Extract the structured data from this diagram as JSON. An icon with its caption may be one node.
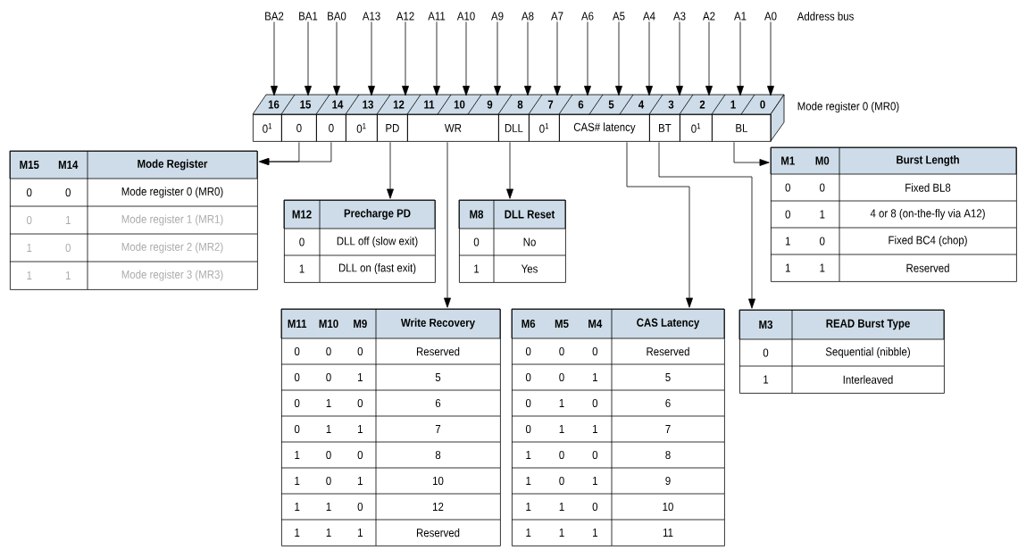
{
  "diagram": {
    "nodes": [
      {
        "text": [
          "BA2"
        ]
      },
      {
        "text": [
          "BA1"
        ]
      },
      {
        "text": [
          "BA0"
        ]
      },
      {
        "text": [
          "A13"
        ]
      },
      {
        "text": [
          "A12"
        ]
      },
      {
        "text": [
          "A11"
        ]
      },
      {
        "text": [
          "A10"
        ]
      },
      {
        "text": [
          "A9"
        ]
      },
      {
        "text": [
          "A8"
        ]
      },
      {
        "text": [
          "A7"
        ]
      },
      {
        "text": [
          "A6"
        ]
      },
      {
        "text": [
          "A5"
        ]
      },
      {
        "text": [
          "A4"
        ]
      },
      {
        "text": [
          "A3"
        ]
      },
      {
        "text": [
          "A2"
        ]
      },
      {
        "text": [
          "A1"
        ]
      },
      {
        "text": [
          "A0"
        ]
      },
      {
        "text": [
          "16"
        ]
      },
      {
        "text": [
          "15"
        ]
      },
      {
        "text": [
          "14"
        ]
      },
      {
        "text": [
          "13"
        ]
      },
      {
        "text": [
          "12"
        ]
      },
      {
        "text": [
          "11"
        ]
      },
      {
        "text": [
          "10"
        ]
      },
      {
        "text": [
          "9"
        ]
      },
      {
        "text": [
          "8"
        ]
      },
      {
        "text": [
          "7"
        ]
      },
      {
        "text": [
          "6"
        ]
      },
      {
        "text": [
          "5"
        ]
      },
      {
        "text": [
          "4"
        ]
      },
      {
        "text": [
          "3"
        ]
      },
      {
        "text": [
          "2"
        ]
      },
      {
        "text": [
          "1"
        ]
      },
      {
        "text": [
          "0"
        ]
      },
      {
        "text": [
          "0$^{1}$"
        ]
      },
      {
        "text": [
          "0"
        ]
      },
      {
        "text": [
          "0"
        ]
      },
      {
        "text": [
          "0$^{1}$"
        ]
      },
      {
        "text": [
          "PD"
        ]
      },
      {
        "text": [
          "WR"
        ]
      },
      {
        "text": [
          "DLL"
        ]
      },
      {
        "text": [
          "0$^{1}$"
        ]
      },
      {
        "text": [
          "CAS# latency"
        ]
      },
      {
        "text": [
          "BT"
        ]
      },
      {
        "text": [
          "0$^{1}$"
        ]
      },
      {
        "text": [
          "BL"
        ]
      },
      {
        "text": [
          "M15",
          "M14",
          "Mode Register",
          "0",
          "0",
          "Mode register 0 (MR0)",
          "0",
          "1",
          "Mode register 1 (MR1)",
          "1",
          "0",
          "Mode register 2 (MR2)",
          "1",
          "1",
          "Mode register 3 (MR3)"
        ]
      },
      {
        "text": [
          "M12",
          "Precharge PD",
          "0",
          "DLL off (slow exit)",
          "1",
          "DLL on (fast exit)"
        ]
      },
      {
        "text": [
          "M8",
          "DLL Reset",
          "0",
          "No",
          "1",
          "Yes"
        ]
      },
      {
        "text": [
          "M1",
          "M0",
          "Burst Length",
          "0",
          "0",
          "Fixed BL8",
          "0",
          "1",
          "4 or 8 (on-the-fly via A12)",
          "1",
          "0",
          "Fixed BC4 (chop)",
          "1",
          "1",
          "Reserved"
        ]
      },
      {
        "text": [
          "M11",
          "M10",
          "M9",
          "Write Recovery",
          "0",
          "0",
          "0",
          "Reserved",
          "0",
          "0",
          "1",
          "5",
          "0",
          "1",
          "0",
          "6",
          "0",
          "1",
          "1",
          "7",
          "1",
          "0",
          "0",
          "8",
          "1",
          "0",
          "1",
          "10",
          "1",
          "1",
          "0",
          "12",
          "1",
          "1",
          "1",
          "Reserved"
        ]
      },
      {
        "text": [
          "M6",
          "M5",
          "M4",
          "CAS Latency",
          "0",
          "0",
          "0",
          "Reserved",
          "0",
          "0",
          "1",
          "5",
          "0",
          "1",
          "0",
          "6",
          "0",
          "1",
          "1",
          "7",
          "1",
          "0",
          "0",
          "8",
          "1",
          "0",
          "1",
          "9",
          "1",
          "1",
          "0",
          "10",
          "1",
          "1",
          "1",
          "11"
        ]
      },
      {
        "text": [
          "M3",
          "READ Burst Type",
          "0",
          "Sequential (nibble)",
          "1",
          "Interleaved"
        ]
      }
    ],
    "edges": [
      {
        "from": 0,
        "to": 17,
        "arrow": "to"
      },
      {
        "from": 1,
        "to": 18,
        "arrow": "to"
      },
      {
        "from": 2,
        "to": 19,
        "arrow": "to"
      },
      {
        "from": 3,
        "to": 20,
        "arrow": "to"
      },
      {
        "from": 4,
        "to": 21,
        "arrow": "to"
      },
      {
        "from": 5,
        "to": 22,
        "arrow": "to"
      },
      {
        "from": 6,
        "to": 23,
        "arrow": "to"
      },
      {
        "from": 7,
        "to": 24,
        "arrow": "to"
      },
      {
        "from": 8,
        "to": 25,
        "arrow": "to"
      },
      {
        "from": 9,
        "to": 26,
        "arrow": "to"
      },
      {
        "from": 10,
        "to": 27,
        "arrow": "to"
      },
      {
        "from": 11,
        "to": 28,
        "arrow": "to"
      },
      {
        "from": 12,
        "to": 29,
        "arrow": "to"
      },
      {
        "from": 13,
        "to": 30,
        "arrow": "to"
      },
      {
        "from": 14,
        "to": 31,
        "arrow": "to"
      },
      {
        "from": 15,
        "to": 32,
        "arrow": "to"
      },
      {
        "from": 16,
        "to": 33,
        "arrow": "to"
      },
      {
        "from": 35,
        "to": 46,
        "arrow": "to"
      },
      {
        "from": 36,
        "to": 46,
        "arrow": "to"
      },
      {
        "from": 38,
        "to": 47,
        "arrow": "to"
      },
      {
        "from": 39,
        "to": 50,
        "arrow": "to"
      },
      {
        "from": 40,
        "to": 48,
        "arrow": "to"
      },
      {
        "from": 42,
        "to": 51,
        "arrow": "to"
      },
      {
        "from": 43,
        "to": 52,
        "arrow": "to"
      },
      {
        "from": 45,
        "to": 49,
        "arrow": "to"
      }
    ],
    "labels": [
      "Address bus",
      "Mode register 0 (MR0)"
    ]
  }
}
